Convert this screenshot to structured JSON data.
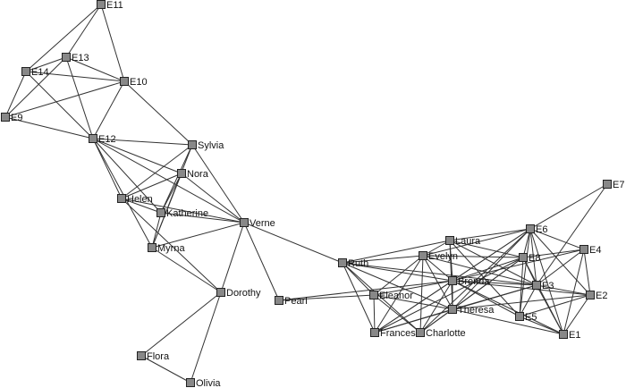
{
  "graph": {
    "nodes": [
      {
        "id": "E11",
        "label": "E11"
      },
      {
        "id": "E13",
        "label": "E13"
      },
      {
        "id": "E14",
        "label": "E14"
      },
      {
        "id": "E10",
        "label": "E10"
      },
      {
        "id": "E9",
        "label": "E9"
      },
      {
        "id": "E12",
        "label": "E12"
      },
      {
        "id": "Sylvia",
        "label": "Sylvia"
      },
      {
        "id": "Nora",
        "label": "Nora"
      },
      {
        "id": "Helen",
        "label": "Helen"
      },
      {
        "id": "Katherine",
        "label": "Katherine"
      },
      {
        "id": "Verne",
        "label": "Verne"
      },
      {
        "id": "Myrna",
        "label": "Myrna"
      },
      {
        "id": "Dorothy",
        "label": "Dorothy"
      },
      {
        "id": "Pearl",
        "label": "Pearl"
      },
      {
        "id": "Flora",
        "label": "Flora"
      },
      {
        "id": "Olivia",
        "label": "Olivia"
      },
      {
        "id": "Ruth",
        "label": "Ruth"
      },
      {
        "id": "Laura",
        "label": "Laura"
      },
      {
        "id": "Evelyn",
        "label": "Evelyn"
      },
      {
        "id": "Brenda",
        "label": "Brenda"
      },
      {
        "id": "Eleanor",
        "label": "Eleanor"
      },
      {
        "id": "Theresa",
        "label": "Theresa"
      },
      {
        "id": "Frances",
        "label": "Frances"
      },
      {
        "id": "Charlotte",
        "label": "Charlotte"
      },
      {
        "id": "E6",
        "label": "E6"
      },
      {
        "id": "E7",
        "label": "E7"
      },
      {
        "id": "E8",
        "label": "E8"
      },
      {
        "id": "E4",
        "label": "E4"
      },
      {
        "id": "E3",
        "label": "E3"
      },
      {
        "id": "E2",
        "label": "E2"
      },
      {
        "id": "E5",
        "label": "E5"
      },
      {
        "id": "E1",
        "label": "E1"
      }
    ],
    "edges": [
      [
        "E11",
        "E13"
      ],
      [
        "E11",
        "E14"
      ],
      [
        "E11",
        "E10"
      ],
      [
        "E13",
        "E14"
      ],
      [
        "E13",
        "E10"
      ],
      [
        "E13",
        "E9"
      ],
      [
        "E13",
        "E12"
      ],
      [
        "E14",
        "E10"
      ],
      [
        "E14",
        "E9"
      ],
      [
        "E14",
        "E12"
      ],
      [
        "E10",
        "E9"
      ],
      [
        "E10",
        "E12"
      ],
      [
        "E9",
        "E12"
      ],
      [
        "E10",
        "Sylvia"
      ],
      [
        "E12",
        "Sylvia"
      ],
      [
        "E12",
        "Nora"
      ],
      [
        "E12",
        "Helen"
      ],
      [
        "E12",
        "Katherine"
      ],
      [
        "E12",
        "Myrna"
      ],
      [
        "E12",
        "Verne"
      ],
      [
        "Sylvia",
        "Helen"
      ],
      [
        "Sylvia",
        "Katherine"
      ],
      [
        "Sylvia",
        "Myrna"
      ],
      [
        "Sylvia",
        "Verne"
      ],
      [
        "Nora",
        "Helen"
      ],
      [
        "Nora",
        "Katherine"
      ],
      [
        "Nora",
        "Myrna"
      ],
      [
        "Nora",
        "Verne"
      ],
      [
        "Helen",
        "Katherine"
      ],
      [
        "Helen",
        "Verne"
      ],
      [
        "Helen",
        "Dorothy"
      ],
      [
        "Katherine",
        "Myrna"
      ],
      [
        "Katherine",
        "Verne"
      ],
      [
        "Myrna",
        "Verne"
      ],
      [
        "Myrna",
        "Dorothy"
      ],
      [
        "Verne",
        "Dorothy"
      ],
      [
        "Verne",
        "Pearl"
      ],
      [
        "Verne",
        "Ruth"
      ],
      [
        "Dorothy",
        "Flora"
      ],
      [
        "Dorothy",
        "Olivia"
      ],
      [
        "Flora",
        "Olivia"
      ],
      [
        "Pearl",
        "Eleanor"
      ],
      [
        "Pearl",
        "Brenda"
      ],
      [
        "Ruth",
        "Evelyn"
      ],
      [
        "Ruth",
        "Laura"
      ],
      [
        "Ruth",
        "Brenda"
      ],
      [
        "Ruth",
        "Eleanor"
      ],
      [
        "Ruth",
        "Theresa"
      ],
      [
        "Ruth",
        "Frances"
      ],
      [
        "Ruth",
        "Charlotte"
      ],
      [
        "Ruth",
        "E3"
      ],
      [
        "Laura",
        "Evelyn"
      ],
      [
        "Laura",
        "Brenda"
      ],
      [
        "Laura",
        "Theresa"
      ],
      [
        "Laura",
        "E6"
      ],
      [
        "Laura",
        "E8"
      ],
      [
        "Laura",
        "E3"
      ],
      [
        "Laura",
        "E5"
      ],
      [
        "Evelyn",
        "Brenda"
      ],
      [
        "Evelyn",
        "Eleanor"
      ],
      [
        "Evelyn",
        "Theresa"
      ],
      [
        "Evelyn",
        "Frances"
      ],
      [
        "Evelyn",
        "Charlotte"
      ],
      [
        "Evelyn",
        "E6"
      ],
      [
        "Evelyn",
        "E8"
      ],
      [
        "Evelyn",
        "E3"
      ],
      [
        "Brenda",
        "Eleanor"
      ],
      [
        "Brenda",
        "Theresa"
      ],
      [
        "Brenda",
        "Frances"
      ],
      [
        "Brenda",
        "Charlotte"
      ],
      [
        "Brenda",
        "E6"
      ],
      [
        "Brenda",
        "E8"
      ],
      [
        "Brenda",
        "E4"
      ],
      [
        "Brenda",
        "E3"
      ],
      [
        "Brenda",
        "E2"
      ],
      [
        "Brenda",
        "E5"
      ],
      [
        "Brenda",
        "E1"
      ],
      [
        "Eleanor",
        "Theresa"
      ],
      [
        "Eleanor",
        "Frances"
      ],
      [
        "Eleanor",
        "Charlotte"
      ],
      [
        "Theresa",
        "Frances"
      ],
      [
        "Theresa",
        "Charlotte"
      ],
      [
        "Theresa",
        "E6"
      ],
      [
        "Theresa",
        "E8"
      ],
      [
        "Theresa",
        "E3"
      ],
      [
        "Theresa",
        "E2"
      ],
      [
        "Theresa",
        "E1"
      ],
      [
        "Frances",
        "E6"
      ],
      [
        "Frances",
        "E8"
      ],
      [
        "Frances",
        "E3"
      ],
      [
        "Charlotte",
        "E6"
      ],
      [
        "Charlotte",
        "E8"
      ],
      [
        "E6",
        "E7"
      ],
      [
        "E6",
        "E8"
      ],
      [
        "E6",
        "E4"
      ],
      [
        "E6",
        "E3"
      ],
      [
        "E6",
        "E2"
      ],
      [
        "E6",
        "E5"
      ],
      [
        "E6",
        "E1"
      ],
      [
        "E7",
        "E3"
      ],
      [
        "E8",
        "E4"
      ],
      [
        "E8",
        "E3"
      ],
      [
        "E8",
        "E5"
      ],
      [
        "E8",
        "E1"
      ],
      [
        "E4",
        "E3"
      ],
      [
        "E4",
        "E2"
      ],
      [
        "E4",
        "E1"
      ],
      [
        "E3",
        "E2"
      ],
      [
        "E3",
        "E5"
      ],
      [
        "E3",
        "E1"
      ],
      [
        "E2",
        "E5"
      ],
      [
        "E2",
        "E1"
      ],
      [
        "E5",
        "E1"
      ]
    ]
  }
}
